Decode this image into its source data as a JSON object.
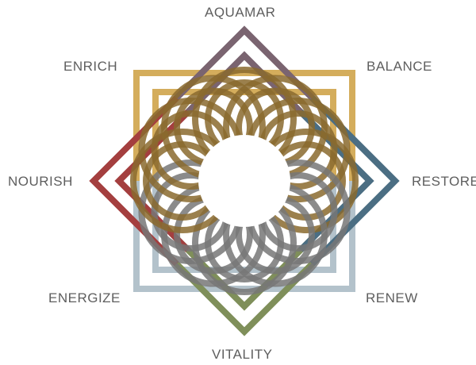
{
  "labels": {
    "top": "AQUAMAR",
    "top_right": "BALANCE",
    "right": "RESTORE",
    "bottom_right": "RENEW",
    "bottom": "VITALITY",
    "bottom_left": "ENERGIZE",
    "left": "NOURISH",
    "top_left": "ENRICH"
  },
  "colors": {
    "aquamar": "#7a6470",
    "balance": "#d4ad5c",
    "restore": "#4b6e83",
    "renew": "#b3c2cb",
    "vitality": "#7f8f5a",
    "energize": "#b3c2cb",
    "nourish": "#a43f3f",
    "enrich": "#d4ad5c",
    "petals_dark": "#8a6a2e",
    "petals_grey": "#777777"
  }
}
